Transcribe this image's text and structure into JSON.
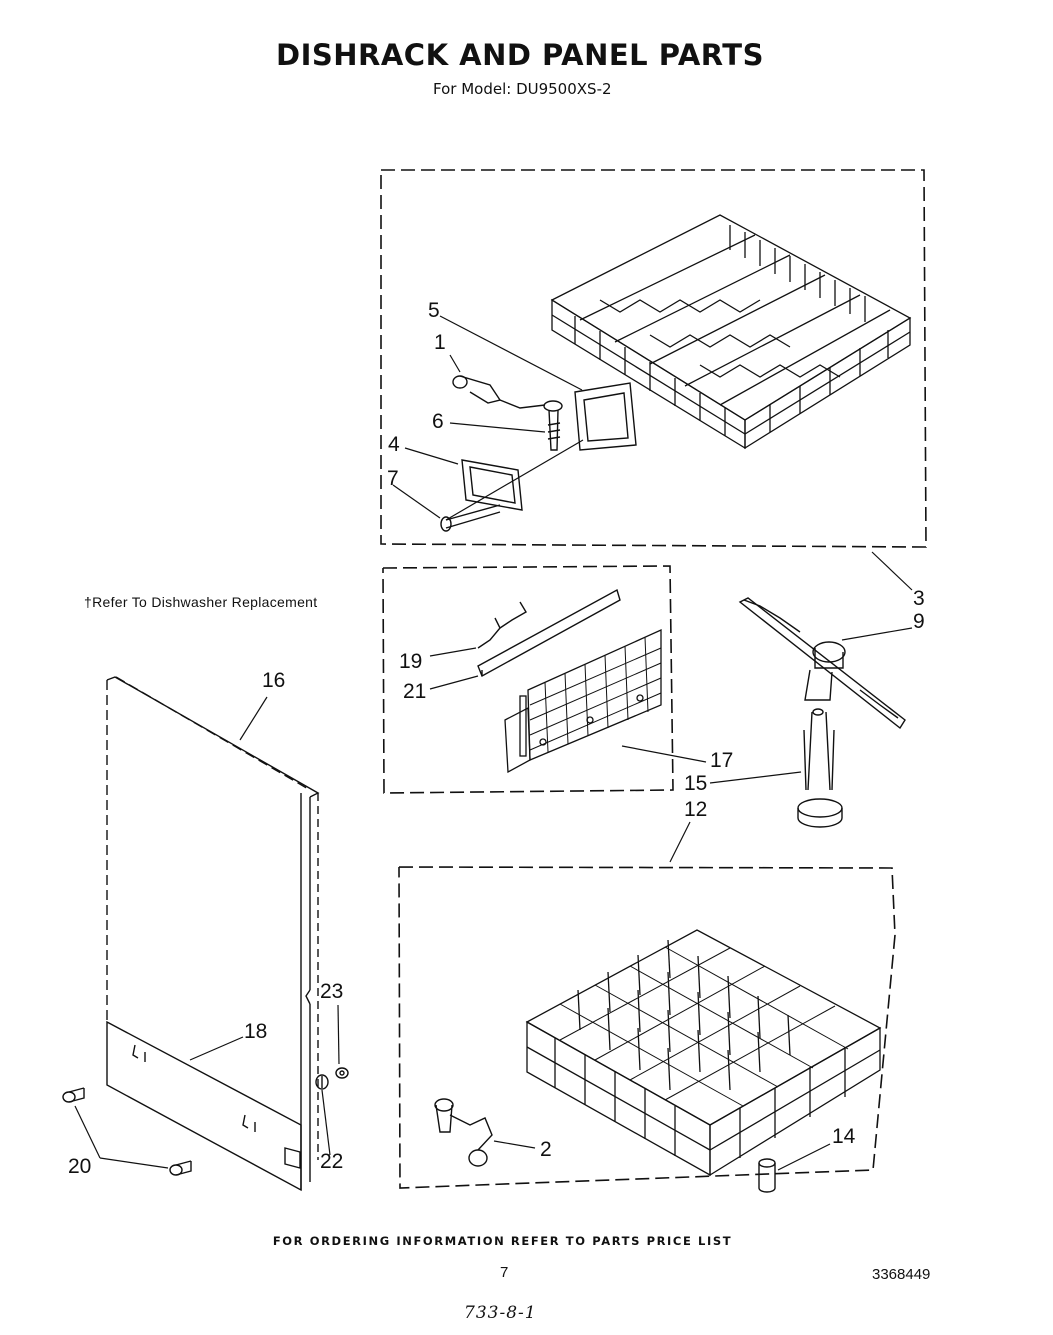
{
  "header": {
    "title": "DISHRACK AND PANEL PARTS",
    "subtitle": "For Model: DU9500XS-2"
  },
  "note": "†Refer To Dishwasher Replacement",
  "callouts": [
    "5",
    "1",
    "6",
    "4",
    "7",
    "3",
    "9",
    "19",
    "21",
    "17",
    "15",
    "12",
    "16",
    "23",
    "18",
    "20",
    "22",
    "2",
    "14"
  ],
  "footer": {
    "ordering": "FOR ORDERING INFORMATION REFER TO PARTS PRICE LIST",
    "page_number": "7",
    "document_number": "3368449",
    "handwritten_code": "733-8-1"
  }
}
